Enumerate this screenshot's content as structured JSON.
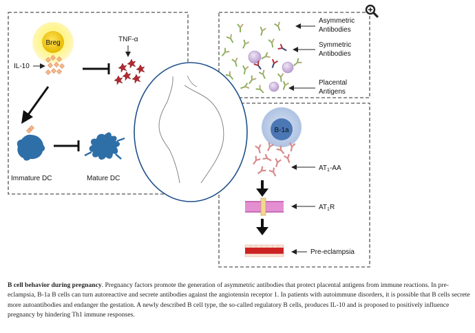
{
  "labels": {
    "breg": "Breg",
    "tnf": "TNF-α",
    "il10": "IL-10",
    "immature_dc": "Immature DC",
    "mature_dc": "Mature DC",
    "asym_1": "Asymmetric",
    "asym_2": "Antibodies",
    "sym_1": "Symmetric",
    "sym_2": "Antibodies",
    "placental_1": "Placental",
    "placental_2": "Antigens",
    "b1a": "B-1a",
    "at1aa": "AT1-AA",
    "at1r": "AT1R",
    "preeclampsia": "Pre-eclampsia"
  },
  "caption": {
    "title": "B cell behavior during pregnancy",
    "text": ". Pregnancy factors promote the generation of asymmetric antibodies that protect placental antigens from immune reactions. In pre-eclampsia, B-1a B cells can turn autoreactive and secrete antibodies against the angiotensin receptor 1. In patients with autoimmune disorders, it is possible that B cells secrete more autoantibodies and endanger the gestation. A newly described B cell type, the so-called regulatory B cells, produces IL-10 and is proposed to positively influence pregnancy by hindering Th1 immune responses."
  },
  "icons": {
    "zoom": "magnifier-icon"
  },
  "colors": {
    "breg_glow": "#fff58a",
    "breg_core": "#f5cf00",
    "tnf": "#b12a32",
    "dc": "#2f6fa8",
    "b1a_outer": "#b7c9e6",
    "b1a_inner": "#4b77b5",
    "placental": "#cbb6dd",
    "receptor_membrane": "#e48fd2",
    "receptor_core": "#f2d98f",
    "preeclampsia": "#cc2222"
  }
}
